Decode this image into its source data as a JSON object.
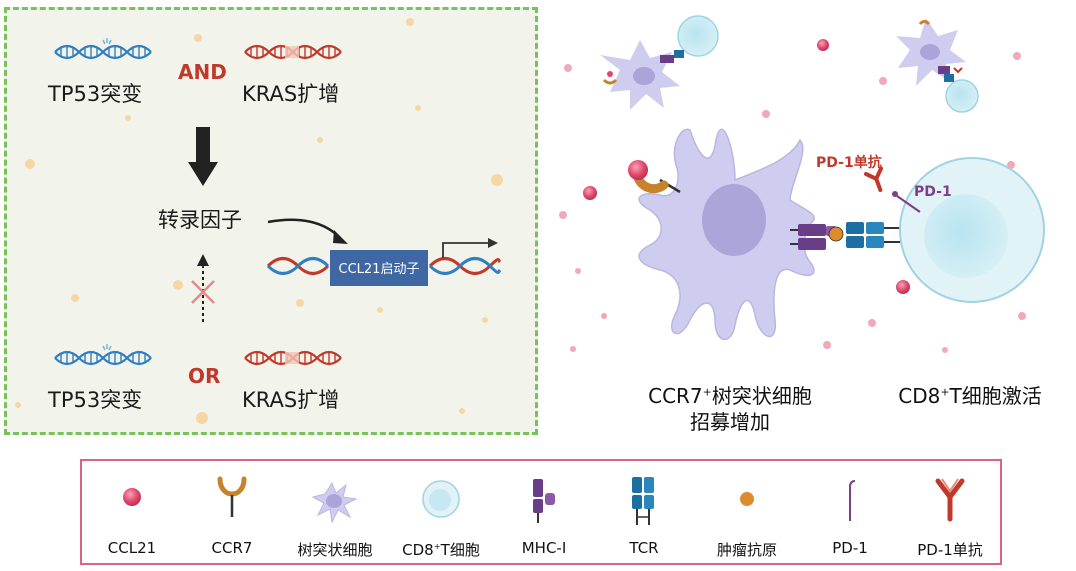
{
  "left_panel": {
    "top_row": {
      "left_label": "TP53突变",
      "connector": "AND",
      "right_label": "KRAS扩增"
    },
    "middle_label": "转录因子",
    "promoter_label": "CCL21启动子",
    "bottom_row": {
      "left_label": "TP53突变",
      "connector": "OR",
      "right_label": "KRAS扩增"
    }
  },
  "right_panel": {
    "antibody_label": "PD-1单抗",
    "pd1_label": "PD-1",
    "dc_caption_line1_pre": "CCR7",
    "dc_caption_line1_sup": "+",
    "dc_caption_line1_post": "树突状细胞",
    "dc_caption_line2": "招募增加",
    "tcell_caption_pre": "CD8",
    "tcell_caption_sup": "+",
    "tcell_caption_post": "T细胞激活"
  },
  "legend": {
    "items": [
      {
        "label": "CCL21",
        "icon": "ccl21-dot-icon"
      },
      {
        "label": "CCR7",
        "icon": "ccr7-receptor-icon"
      },
      {
        "label": "树突状细胞",
        "icon": "dendritic-cell-icon"
      },
      {
        "label_pre": "CD8",
        "label_sup": "+",
        "label_post": "T细胞",
        "icon": "cd8-t-cell-icon"
      },
      {
        "label": "MHC-I",
        "icon": "mhc-i-icon"
      },
      {
        "label": "TCR",
        "icon": "tcr-icon"
      },
      {
        "label": "肿瘤抗原",
        "icon": "tumor-antigen-icon"
      },
      {
        "label": "PD-1",
        "icon": "pd1-icon"
      },
      {
        "label": "PD-1单抗",
        "icon": "pd1-antibody-icon"
      }
    ]
  },
  "colors": {
    "panel_border": "#79c25a",
    "legend_border": "#d9657e",
    "connector_red": "#c0392b",
    "dna_blue": "#2f7fc1",
    "dna_red": "#c0392b",
    "dendritic_cell": "#cfcdef",
    "t_cell": "#d4eef5",
    "ccl21": "#e0456a",
    "mhc": "#6a3d88",
    "tcr": "#1d6fa3",
    "antigen": "#e08a2e",
    "pd1": "#7b3f8c"
  }
}
